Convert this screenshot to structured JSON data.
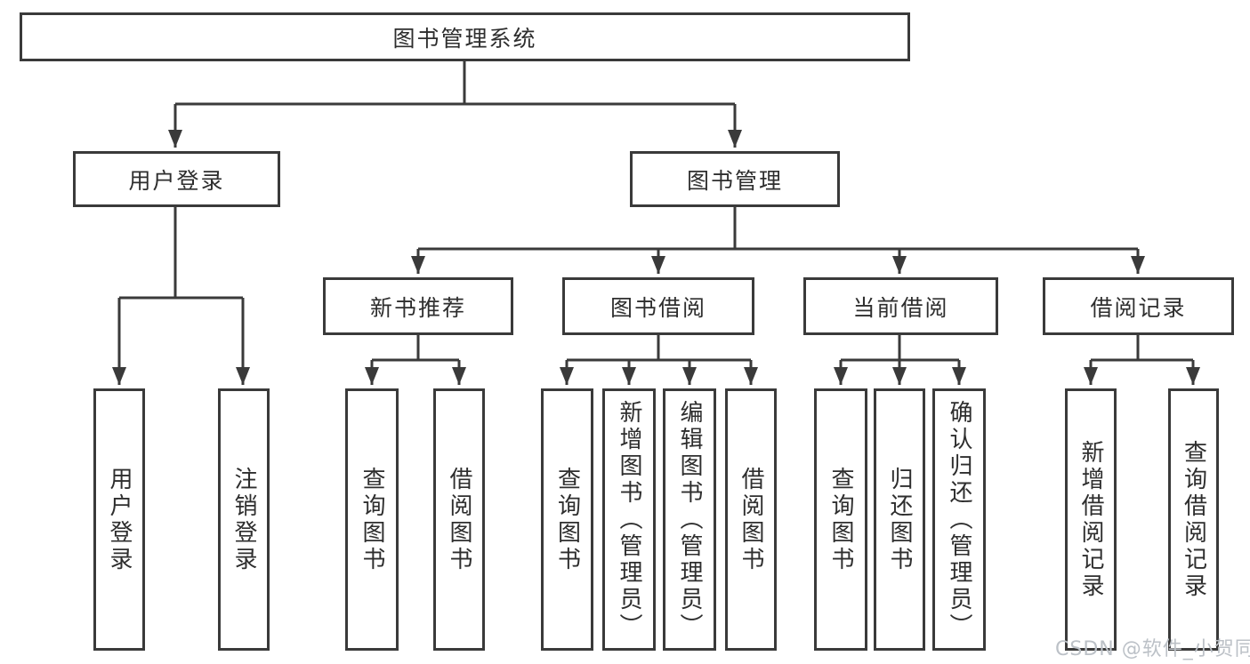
{
  "diagram_title": "图书管理系统",
  "nodes": {
    "root": "图书管理系统",
    "user_login": "用户登录",
    "book_management": "图书管理",
    "new_book_recommend": "新书推荐",
    "book_borrow": "图书借阅",
    "current_borrow": "当前借阅",
    "borrow_records": "借阅记录",
    "login": "用户登录",
    "logout": "注销登录",
    "nbr_query_books": "查询图书",
    "nbr_borrow_books": "借阅图书",
    "bb_query_books": "查询图书",
    "bb_add_books": "新增图书（管理员）",
    "bb_edit_books": "编辑图书（管理员）",
    "bb_borrow_books": "借阅图书",
    "cb_query_books": "查询图书",
    "cb_return_books": "归还图书",
    "cb_confirm_return": "确认归还（管理员）",
    "br_add_record": "新增借阅记录",
    "br_query_record": "查询借阅记录"
  },
  "hierarchy": [
    {
      "label": "用户登录",
      "children": [
        "用户登录",
        "注销登录"
      ]
    },
    {
      "label": "图书管理",
      "children_groups": [
        {
          "label": "新书推荐",
          "children": [
            "查询图书",
            "借阅图书"
          ]
        },
        {
          "label": "图书借阅",
          "children": [
            "查询图书",
            "新增图书（管理员）",
            "编辑图书（管理员）",
            "借阅图书"
          ]
        },
        {
          "label": "当前借阅",
          "children": [
            "查询图书",
            "归还图书",
            "确认归还（管理员）"
          ]
        },
        {
          "label": "借阅记录",
          "children": [
            "新增借阅记录",
            "查询借阅记录"
          ]
        }
      ]
    }
  ],
  "watermark": "CSDN @软件_小贺同学",
  "colors": {
    "line": "#3a3a3a",
    "text": "#2e2e2e",
    "box_background": "#ffffff",
    "watermark": "#bcc1c7",
    "background": "#ffffff"
  }
}
